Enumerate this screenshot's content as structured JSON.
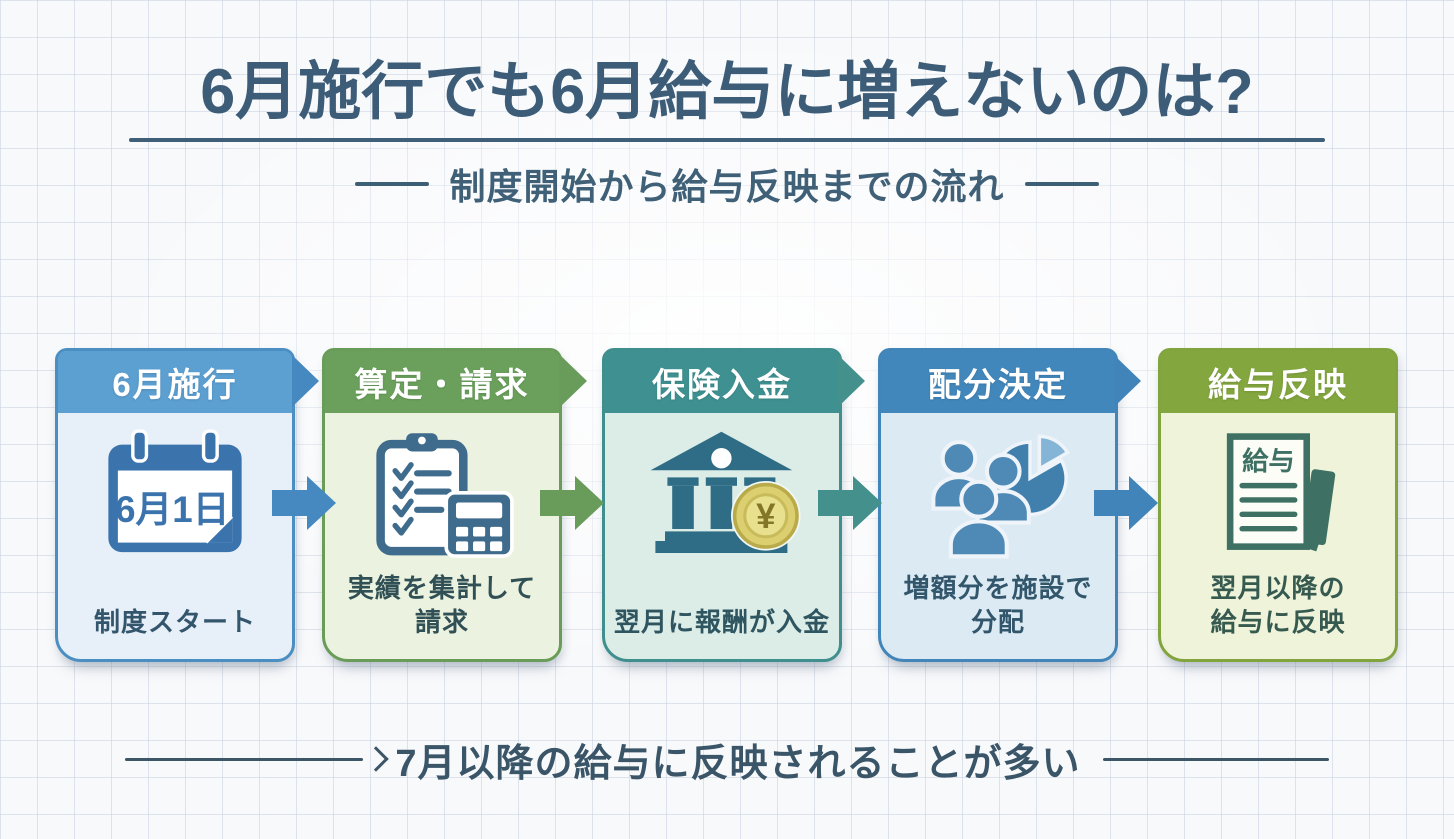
{
  "header": {
    "title": "6月施行でも6月給与に増えないのは?",
    "subtitle": "制度開始から給与反映までの流れ"
  },
  "flow": {
    "steps": [
      {
        "label": "6月施行",
        "icon": "calendar-icon",
        "icon_text": "6月1日",
        "description_lines": [
          "制度スタート"
        ],
        "colors": {
          "header": "#5c9fd1",
          "body": "#e7f0f8",
          "border": "#4b8fc2",
          "icon": "#3b73ad",
          "text": "#33566d",
          "arrow_to_next": "#4589c0"
        }
      },
      {
        "label": "算定・請求",
        "icon": "clipboard-calculator-icon",
        "description_lines": [
          "実績を集計して",
          "請求"
        ],
        "colors": {
          "header": "#6aa05c",
          "body": "#ebf2e0",
          "border": "#699c58",
          "icon": "#3f6b8c",
          "text": "#315055",
          "arrow_to_next": "#699c5b"
        }
      },
      {
        "label": "保険入金",
        "icon": "bank-yen-coin-icon",
        "description_lines": [
          "翌月に報酬が入金"
        ],
        "colors": {
          "header": "#3f9191",
          "body": "#dcede8",
          "border": "#3e8f8d",
          "icon": "#2e6d85",
          "accent": "#dbcf70",
          "text": "#2e5560",
          "arrow_to_next": "#43908c"
        }
      },
      {
        "label": "配分決定",
        "icon": "people-pie-chart-icon",
        "description_lines": [
          "増額分を施設で",
          "分配"
        ],
        "colors": {
          "header": "#4287bb",
          "body": "#dceaf3",
          "border": "#4285b8",
          "icon": "#4e8ab5",
          "accent": "#85b5d6",
          "text": "#32566b",
          "arrow_to_next": "#4084ba"
        }
      },
      {
        "label": "給与反映",
        "icon": "salary-document-icon",
        "icon_text": "給与",
        "description_lines": [
          "翌月以降の",
          "給与に反映"
        ],
        "colors": {
          "header": "#83a63f",
          "body": "#eef3d9",
          "border": "#82a43e",
          "icon": "#3e7164",
          "text": "#375a50"
        }
      }
    ]
  },
  "footer": {
    "note": "7月以降の給与に反映されることが多い"
  },
  "theme": {
    "background": "#f8f9fb",
    "grid_line": "#c6d0e0",
    "title_color": "#3c5c77",
    "rule_color": "#3f5e78",
    "footer_color": "#3a5568"
  }
}
